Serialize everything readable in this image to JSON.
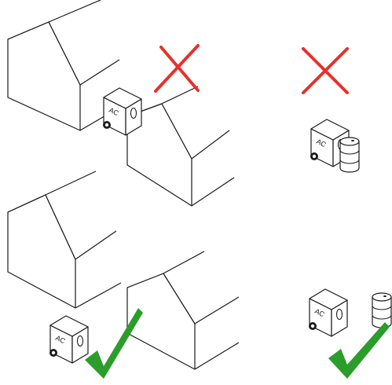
{
  "unit_label": "AC",
  "colors": {
    "line": "#1a1a1a",
    "cross": "#e8302a",
    "check": "#2a9d2a",
    "background": "#ffffff"
  },
  "panels": [
    {
      "position": "top-left",
      "subject": "ac-unit-between-buildings",
      "verdict": "incorrect",
      "mark_icon": "cross-icon"
    },
    {
      "position": "top-right",
      "subject": "ac-unit-next-to-barrel",
      "verdict": "incorrect",
      "mark_icon": "cross-icon"
    },
    {
      "position": "bottom-left",
      "subject": "ac-unit-away-from-buildings",
      "verdict": "correct",
      "mark_icon": "checkmark-icon"
    },
    {
      "position": "bottom-right",
      "subject": "ac-unit-away-from-barrel",
      "verdict": "correct",
      "mark_icon": "checkmark-icon"
    }
  ]
}
